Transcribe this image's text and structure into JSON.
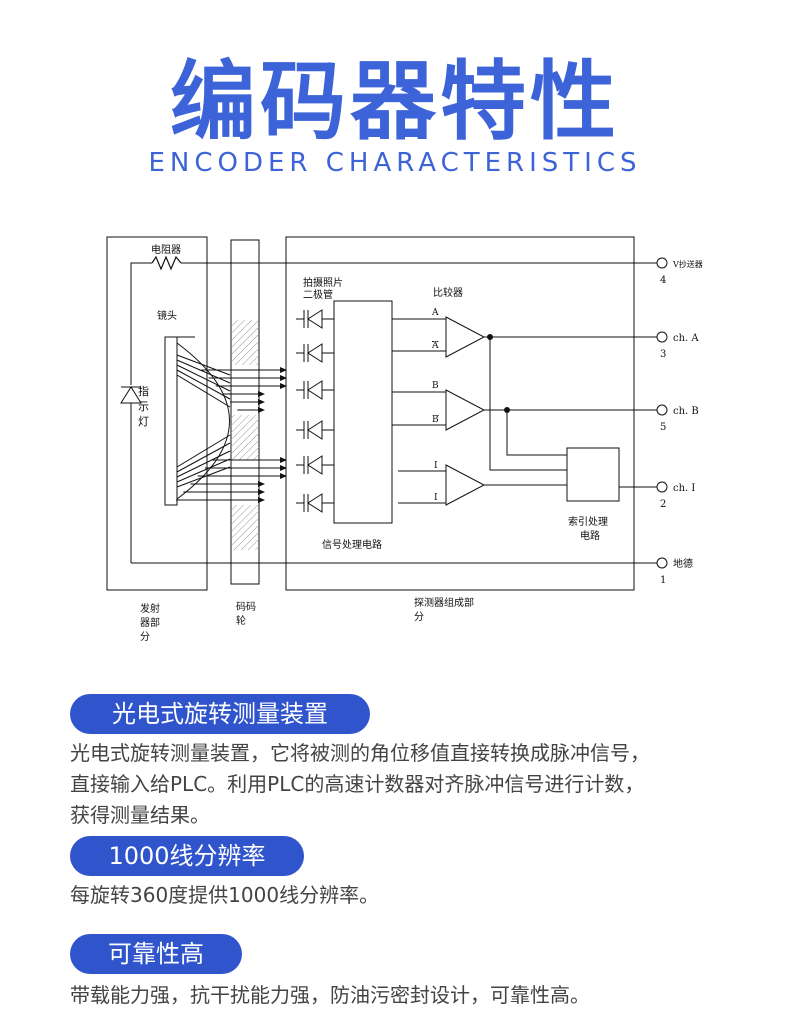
{
  "header": {
    "title": "编码器特性",
    "subtitle": "ENCODER CHARACTERISTICS"
  },
  "diagram": {
    "resistor": "电阻器",
    "lens": "镜头",
    "indicator_lamp": "指示灯",
    "photo_diode_line1": "拍摄照片",
    "photo_diode_line2": "二极管",
    "comparator": "比较器",
    "signal_circuit": "信号处理电路",
    "index_circuit_line1": "索引处理",
    "index_circuit_line2": "电路",
    "emitter_line1": "发射",
    "emitter_line2": "器部",
    "emitter_line3": "分",
    "code_wheel_line1": "码码",
    "code_wheel_line2": "轮",
    "detector_line1": "探测器组成部",
    "detector_line2": "分",
    "sig_a": "A",
    "sig_a_bar": "A",
    "sig_b": "B",
    "sig_b_bar": "B",
    "sig_i": "I",
    "sig_i_bar": "I",
    "terminals": [
      {
        "label": "V抄送器",
        "num": "4"
      },
      {
        "label": "ch. A",
        "num": "3"
      },
      {
        "label": "ch. B",
        "num": "5"
      },
      {
        "label": "ch. I",
        "num": "2"
      },
      {
        "label": "地德",
        "num": "1"
      }
    ]
  },
  "features": [
    {
      "title": "光电式旋转测量装置",
      "lines": [
        "光电式旋转测量装置，它将被测的角位移值直接转换成脉冲信号，",
        "直接输入给PLC。利用PLC的高速计数器对齐脉冲信号进行计数，",
        "获得测量结果。"
      ]
    },
    {
      "title": "1000线分辨率",
      "lines": [
        "每旋转360度提供1000线分辨率。"
      ]
    },
    {
      "title": "可靠性高",
      "lines": [
        "带载能力强，抗干扰能力强，防油污密封设计，可靠性高。"
      ]
    }
  ],
  "colors": {
    "brand_blue": "#3d63d8",
    "pill_blue": "#2f54cc"
  }
}
